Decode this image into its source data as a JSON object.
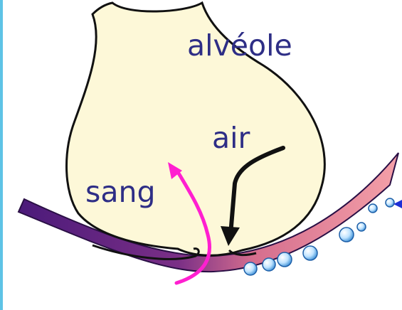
{
  "labels": {
    "alveole": "alvéole",
    "air": "air",
    "sang": "sang"
  },
  "colors": {
    "alveole_fill": "#fdf8d8",
    "outline": "#111111",
    "vessel_dark": "#4b1a7a",
    "vessel_light": "#f4a0a8",
    "blood_arrow": "#ff1fd0",
    "air_arrow": "#111111",
    "bubble": "#bfe3ff",
    "text": "#2e2e86",
    "frame": "#5ec3e6"
  }
}
